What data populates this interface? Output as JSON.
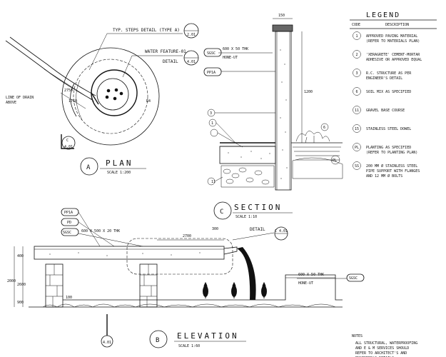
{
  "legend": {
    "title": "LEGEND",
    "header_code": "CODE",
    "header_description": "DESCRIPTION",
    "items": [
      {
        "code": "1",
        "text": "APPROVED PAVING MATERIAL (REFER TO MATERIALS PLAN)"
      },
      {
        "code": "2",
        "text": "'XERAGRETE' CEMENT-MORTAR ADHESIVE OR APPROVED EQUAL"
      },
      {
        "code": "3",
        "text": "R.C. STRUCTURE AS PER ENGINEER'S DETAIL"
      },
      {
        "code": "6",
        "text": "SOIL MIX AS SPECIFIED"
      },
      {
        "code": "11",
        "text": "GRAVEL BASE COURSE"
      },
      {
        "code": "15",
        "text": "STAINLESS STEEL DOWEL"
      },
      {
        "code": "PL",
        "text": "PLANTING AS SPECIFIED (REFER TO PLANTING PLAN)"
      },
      {
        "code": "SS",
        "text": "200 MM Ø STAINLESS STEEL PIPE SUPPORT WITH FLANGES AND 12 MM Ø BOLTS"
      }
    ]
  },
  "notes": {
    "label": "NOTES",
    "text": "ALL STRUCTURAL, WATERPROOFING AND E & M SERVICES SHOULD REFER TO ARCHITECT'S AND ENGINEER'S DETAILS"
  },
  "plan": {
    "title": "PLAN",
    "marker": "A",
    "scale": "SCALE 1:200",
    "callout_steps": "TYP. STEPS DETAIL (TYPE A)",
    "callout_steps_ref": "2.01",
    "callout_water": "WATER FEATURE-01",
    "callout_water_detail": "DETAIL",
    "callout_water_ref": "4.01",
    "dim_a": "2750",
    "dim_b": "1710",
    "label_r": "R4",
    "line_of_drain": "LINE OF DRAIN ABOVE",
    "section_ref": "C",
    "section_ref_sheet": "4.01"
  },
  "section": {
    "title": "SECTION",
    "marker": "C",
    "scale": "SCALE 1:10",
    "dim_top": "150",
    "tag_sgsc": "SGSC",
    "tag_pp1a": "PP1A",
    "tag_codes": [
      "3",
      "1",
      "11",
      "6",
      "PL"
    ],
    "note_600": "600 X 50 THK",
    "note_hone": "HONE-UT",
    "dim_vertical": "1200"
  },
  "elevation": {
    "title": "ELEVATION",
    "marker": "B",
    "scale": "SCALE 1:60",
    "marker_sheet": "4.01",
    "tag_pp1a": "PP1A",
    "tag_pd": "PD",
    "tag_sgsc": "SGSC",
    "tag_sgsc_right": "SGSC",
    "note_left": "600 X 500 X 20 THK",
    "note_right": "600 X 50 THK",
    "note_right_2": "HONE-UT",
    "detail_label": "DETAIL",
    "detail_ref": "C 4.01",
    "dim_span": "2700",
    "dim_300": "300",
    "dim_left_1": "400",
    "dim_left_2": "2600",
    "dim_left_3": "900",
    "dim_left_total": "2000",
    "dim_small": "100"
  }
}
